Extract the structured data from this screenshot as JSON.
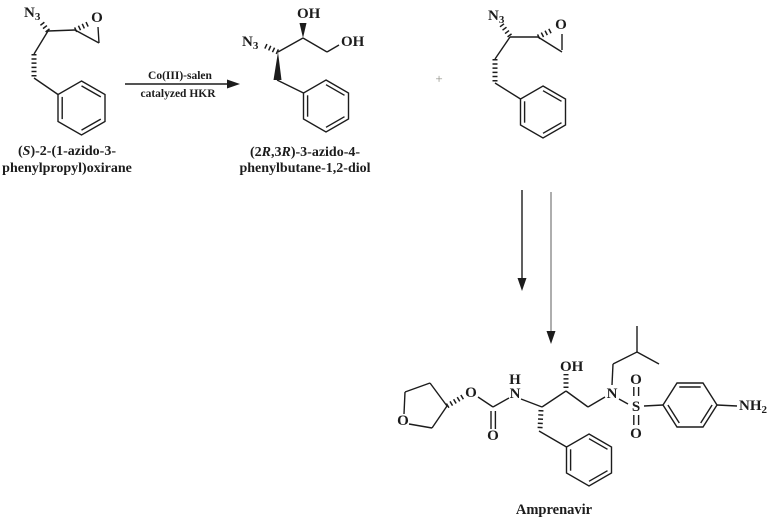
{
  "scene": {
    "background": "#ffffff",
    "ink": "#1c1c1c",
    "secondary_arrow_color": "#8c8c8c"
  },
  "reaction": {
    "conditions_line1": "Co(III)-salen",
    "conditions_line2": "catalyzed HKR",
    "plus": "+"
  },
  "atom_labels": {
    "n": "N",
    "sub_3": "3",
    "o": "O",
    "oh": "OH",
    "h": "H",
    "s": "S",
    "nh": "NH",
    "sub_2": "2"
  },
  "compounds": {
    "substrate": {
      "name": {
        "open": "(",
        "stereo": "S",
        "rest": ")-2-(1-azido-3-",
        "line2": "phenylpropyl)oxirane"
      }
    },
    "diol": {
      "name": {
        "open": "(2",
        "stereo1": "R",
        "mid": ",3",
        "stereo2": "R",
        "rest": ")-3-azido-4-",
        "line2": "phenylbutane-1,2-diol"
      }
    },
    "amprenavir": {
      "name": "Amprenavir"
    }
  }
}
